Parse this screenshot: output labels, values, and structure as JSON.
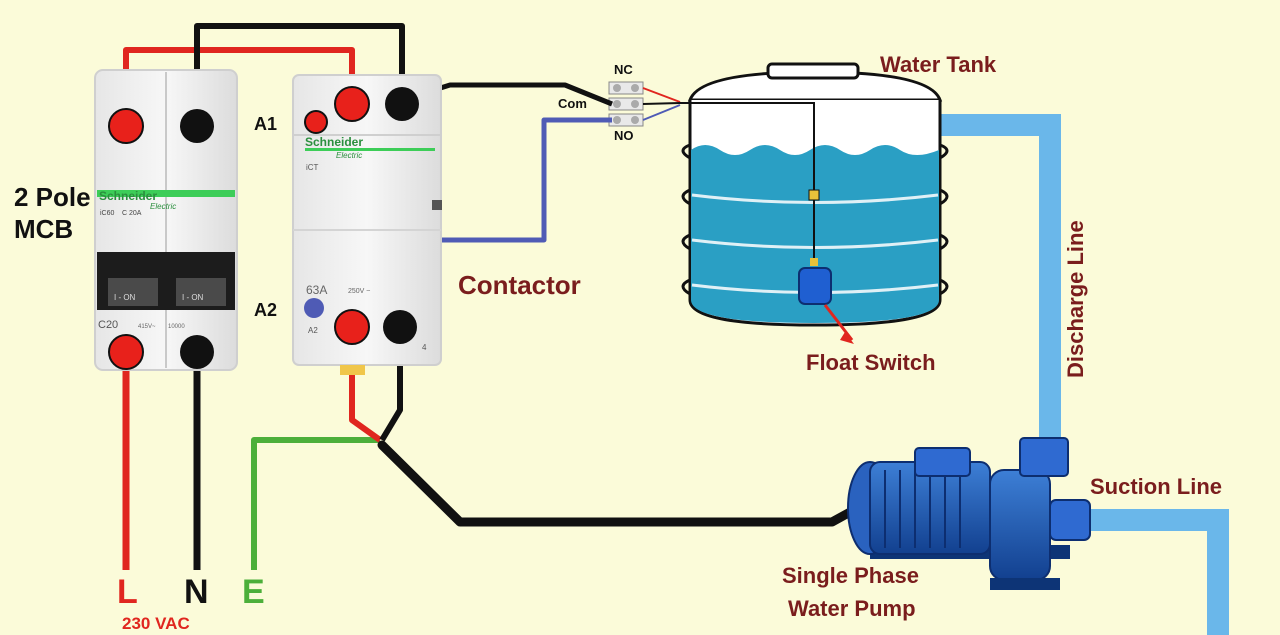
{
  "labels": {
    "mcb_line1": "2 Pole",
    "mcb_line2": "MCB",
    "a1": "A1",
    "a2": "A2",
    "contactor": "Contactor",
    "nc": "NC",
    "com": "Com",
    "no": "NO",
    "water_tank": "Water Tank",
    "float_switch": "Float Switch",
    "discharge_line": "Discharge Line",
    "suction_line": "Suction Line",
    "pump_line1": "Single Phase",
    "pump_line2": "Water Pump",
    "l": "L",
    "n": "N",
    "e": "E",
    "supply": "230 VAC"
  },
  "device_text": {
    "mcb_brand": "Schneider",
    "mcb_brand_sub": "Electric",
    "mcb_model": "iC60",
    "mcb_rating": "C 20A",
    "mcb_c20": "C20",
    "mcb_volt": "415V~",
    "mcb_breaking": "10000",
    "mcb_on": "I - ON",
    "contactor_brand": "Schneider",
    "contactor_brand_sub": "Electric",
    "contactor_model": "iCT",
    "contactor_amps": "63A",
    "contactor_volt": "250V ~",
    "contactor_a2": "A2",
    "contactor_t4": "4"
  },
  "colors": {
    "background": "#fbfbd9",
    "live": "#e0261f",
    "neutral": "#111111",
    "earth": "#4caf3a",
    "control": "#4f5bb5",
    "water": "#2a9fc4",
    "pipe": "#6ab7ea",
    "label_maroon": "#7a1d1d",
    "schneider_green": "#3dcd58"
  }
}
